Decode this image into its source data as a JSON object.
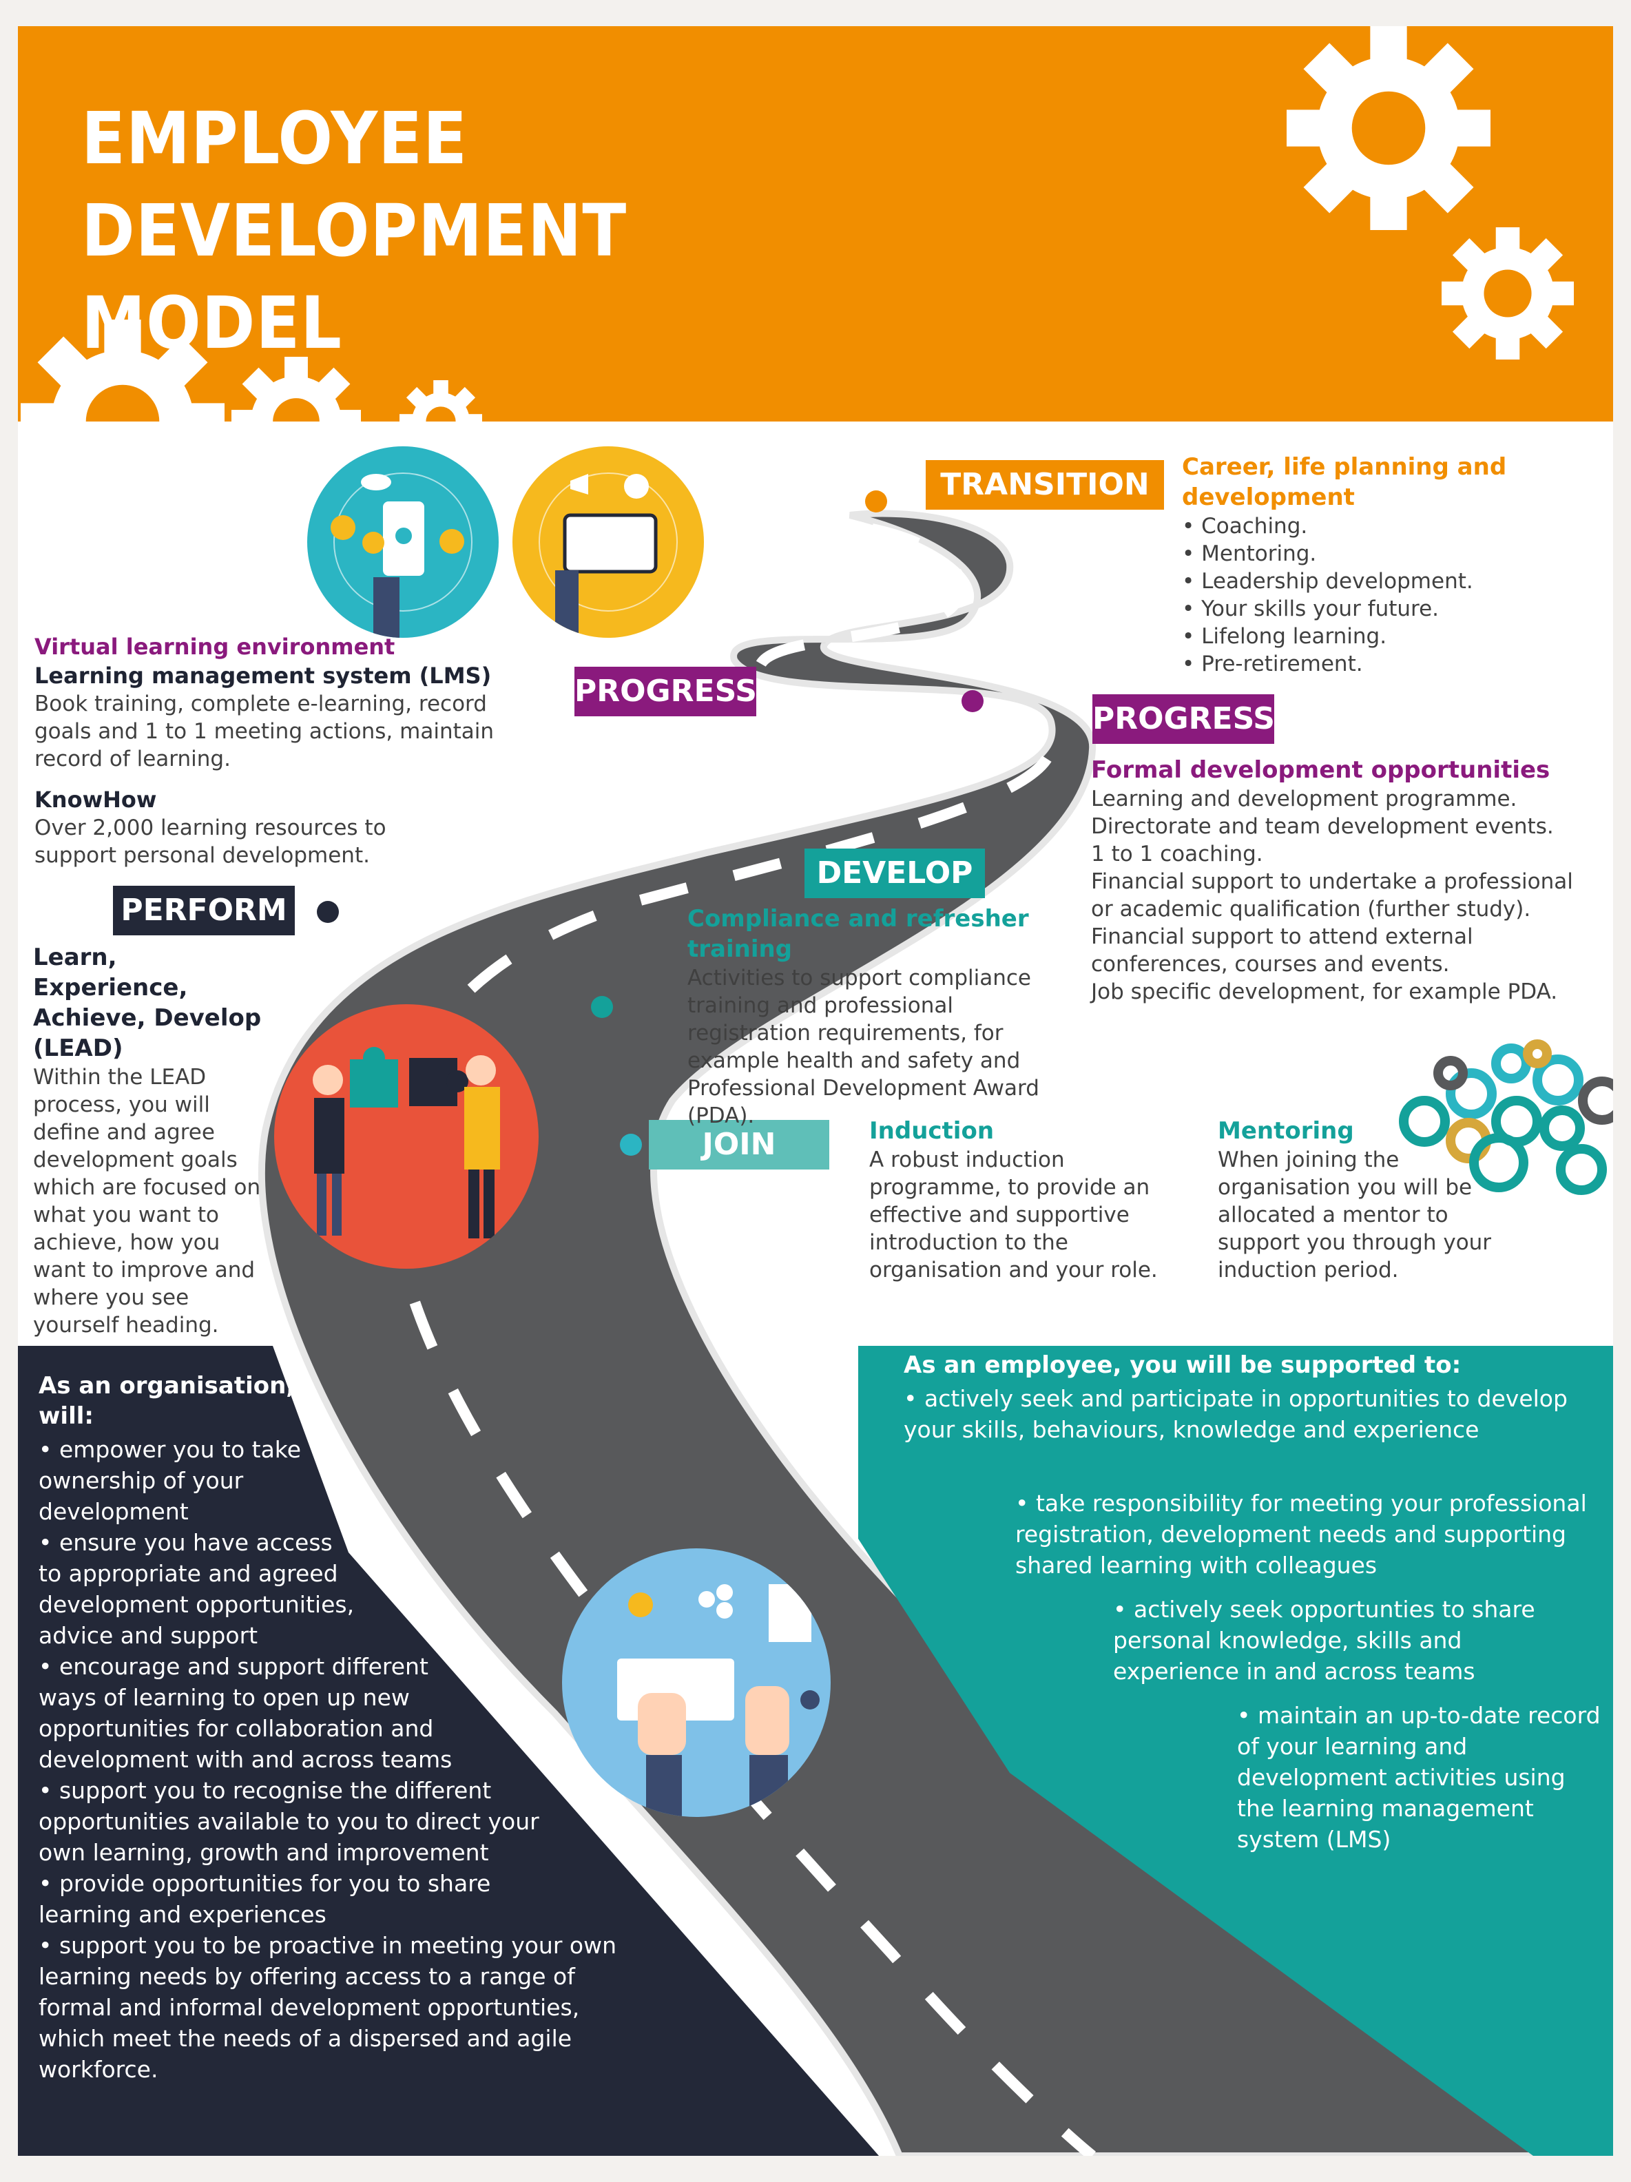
{
  "header": {
    "title_line1": "EMPLOYEE DEVELOPMENT",
    "title_line2": "MODEL"
  },
  "tags": {
    "transition": "TRANSITION",
    "progress_left": "PROGRESS",
    "progress_right": "PROGRESS",
    "develop": "DEVELOP",
    "perform": "PERFORM",
    "join": "JOIN"
  },
  "colors": {
    "orange": "#f18e00",
    "purple": "#8a1a7d",
    "teal": "#14a19a",
    "navy": "#232838",
    "road": "#58595b",
    "red": "#e9533a",
    "yellow": "#f6b91e",
    "sky": "#7fc1e8",
    "cyan": "#2bb5c3"
  },
  "transition": {
    "heading": "Career, life planning and development",
    "items": [
      "Coaching.",
      "Mentoring.",
      "Leadership development.",
      "Your skills your future.",
      "Lifelong learning.",
      "Pre-retirement."
    ]
  },
  "vle": {
    "heading": "Virtual learning environment",
    "lms_heading": "Learning management system (LMS)",
    "lms_text": "Book training, complete e-learning, record goals and 1 to 1 meeting actions, maintain record of learning.",
    "knowhow_heading": "KnowHow",
    "knowhow_text": "Over 2,000 learning resources to support personal development."
  },
  "progress": {
    "heading": "Formal development opportunities",
    "items": [
      "Learning and development programme.",
      "Directorate and team development events.",
      "1 to 1 coaching.",
      "Financial support to undertake a professional or academic qualification (further study).",
      "Financial support to attend external conferences, courses and events.",
      "Job specific development, for example PDA."
    ]
  },
  "develop": {
    "heading": "Compliance and refresher training",
    "text": "Activities to support compliance training and professional registration requirements, for example health and safety and Professional Development Award (PDA)."
  },
  "perform": {
    "heading": "Learn, Experience, Achieve, Develop (LEAD)",
    "text": "Within the LEAD process, you will define and agree development goals which are focused on what you want to achieve, how you want to improve and where you see yourself heading."
  },
  "induction": {
    "heading": "Induction",
    "text": "A robust induction programme, to provide an effective and supportive introduction to the organisation and your role."
  },
  "mentoring": {
    "heading": "Mentoring",
    "text": "When joining the organisation you will be allocated a mentor to support you through your induction period."
  },
  "organisation": {
    "heading": "As an organisation, we will:",
    "items": [
      "empower you to take ownership of your development",
      "ensure you have access to appropriate and agreed development opportunities, advice and support",
      "encourage and support different ways of learning to open up new opportunities for collaboration and development with and across teams",
      "support you to recognise the different opportunities available to you to direct your own learning, growth and improvement",
      "provide opportunities for you to share learning and experiences",
      "support you to be proactive in meeting your own learning needs by offering access to a range of formal and informal development opportunties, which meet the needs of a dispersed and agile workforce."
    ]
  },
  "employee": {
    "heading": "As an employee, you will be supported to:",
    "items": [
      "actively seek and participate in opportunities to develop your skills, behaviours, knowledge and experience",
      "take responsibility for meeting your professional registration, development needs and supporting shared learning with colleagues",
      "actively seek opportunties to share personal knowledge, skills and experience in and across teams",
      "maintain an up-to-date record of your learning and development activities using the learning management system (LMS)"
    ]
  },
  "icons": [
    "gear-icon",
    "phone-icon",
    "tablet-icon",
    "puzzle-icon",
    "keyboard-icon",
    "lightbulb-icon",
    "document-icon",
    "megaphone-icon",
    "cloud-icon"
  ]
}
